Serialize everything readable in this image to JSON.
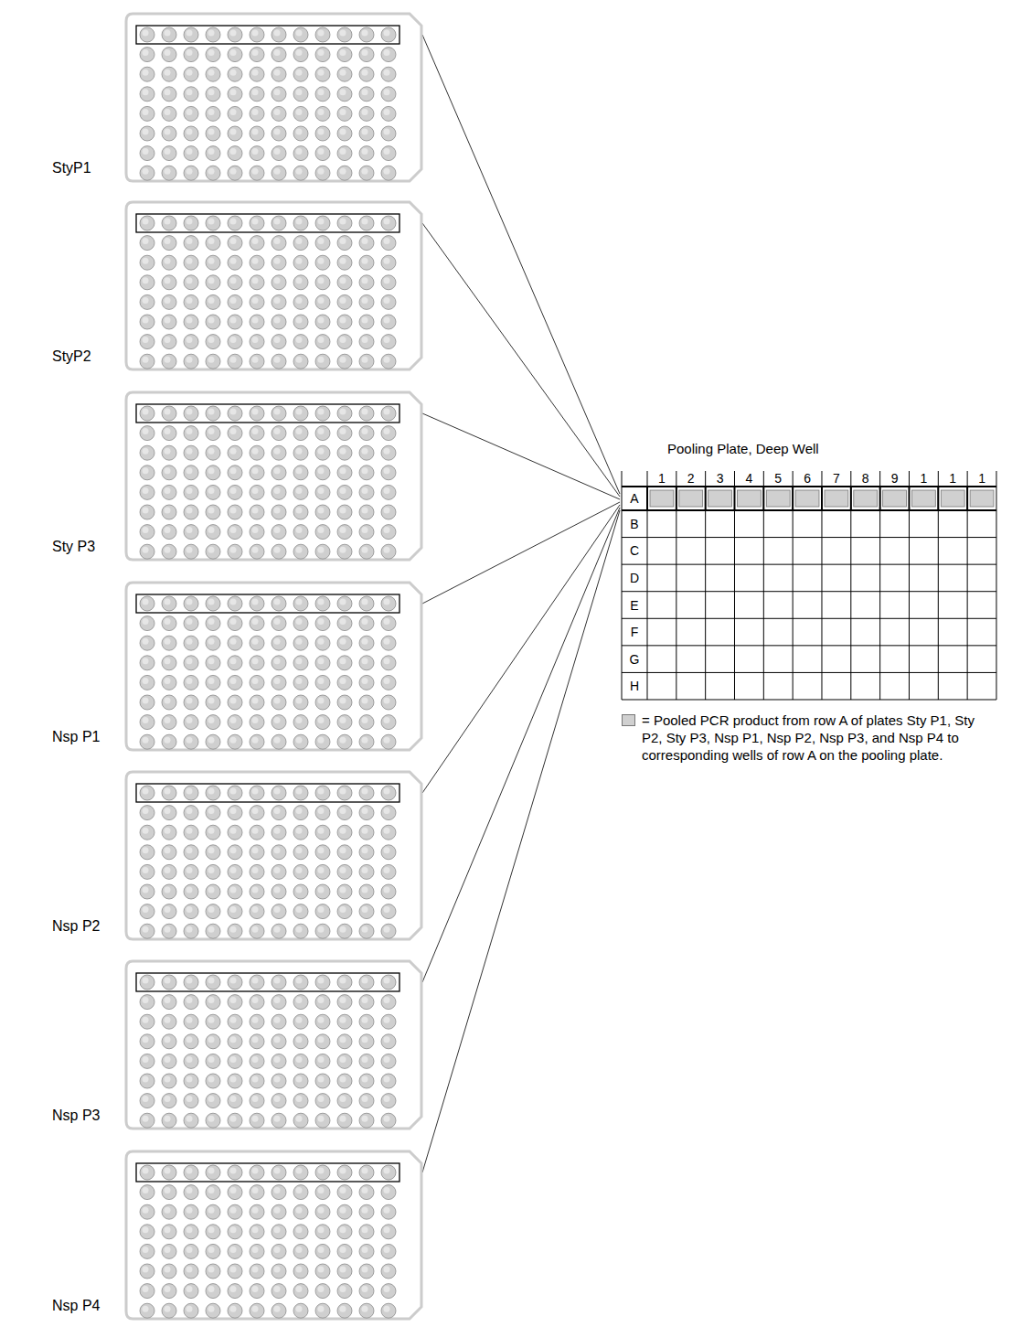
{
  "diagram": {
    "nodes": [
      {
        "text": [
          "StyP1"
        ]
      },
      {
        "text": [
          "StyP2"
        ]
      },
      {
        "text": [
          "Sty P3"
        ]
      },
      {
        "text": [
          "Nsp P1"
        ]
      },
      {
        "text": [
          "Nsp P2"
        ]
      },
      {
        "text": [
          "Nsp P3"
        ]
      },
      {
        "text": [
          "Nsp P4"
        ]
      },
      {
        "text": [
          "Pooling Plate, Deep Well"
        ]
      }
    ],
    "edges": [
      {
        "from": 0,
        "to": 7,
        "arrow": "none"
      },
      {
        "from": 1,
        "to": 7,
        "arrow": "none"
      },
      {
        "from": 2,
        "to": 7,
        "arrow": "none"
      },
      {
        "from": 3,
        "to": 7,
        "arrow": "none"
      },
      {
        "from": 4,
        "to": 7,
        "arrow": "none"
      },
      {
        "from": 5,
        "to": 7,
        "arrow": "none"
      },
      {
        "from": 6,
        "to": 7,
        "arrow": "none"
      }
    ],
    "labels": [
      "1",
      "2",
      "3",
      "4",
      "5",
      "6",
      "7",
      "8",
      "9",
      "1",
      "1",
      "1",
      "A",
      "B",
      "C",
      "D",
      "E",
      "F",
      "G",
      "H"
    ],
    "legend": [
      {
        "text": "= Pooled PCR product from row A of plates Sty P1, Sty P2, Sty P3, Nsp P1, Nsp P2, Nsp P3, and Nsp P4 to corresponding wells of row A on the pooling plate.",
        "color": "#d0d0d0"
      }
    ]
  }
}
